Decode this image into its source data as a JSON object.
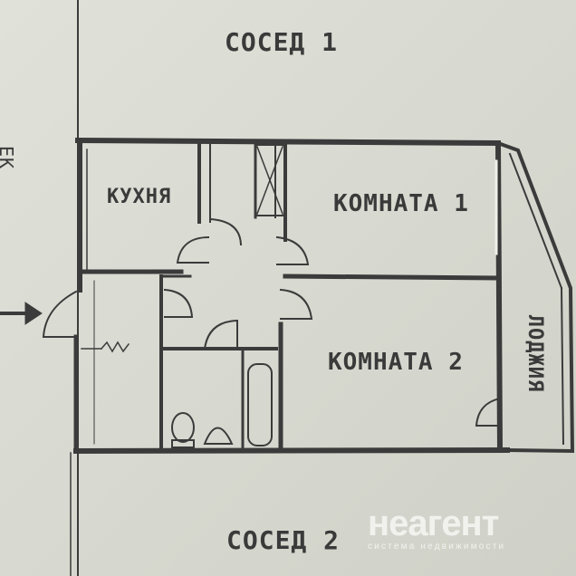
{
  "labels": {
    "neighbor_top": "СОСЕД 1",
    "neighbor_bottom": "СОСЕД 2",
    "kitchen": "КУХНЯ",
    "room1": "КОМНАТА 1",
    "room2": "КОМНАТА 2",
    "loggia": "ЛОДЖИЯ",
    "left_edge_partial": "ЕК"
  },
  "watermark": {
    "brand": "неагент",
    "tagline": "система недвижимости"
  }
}
